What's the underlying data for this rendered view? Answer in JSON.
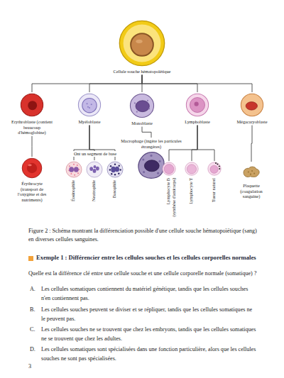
{
  "diagram": {
    "caption": "Figure 2 : Schéma montrant la différenciation possible d'une cellule souche hématopoïétique (sang) en diverses cellules sanguines.",
    "nodes": [
      {
        "text": [
          "Cellule souche hématopoïétique"
        ]
      },
      {
        "text": [
          "Erythroblaste (contient beaucoup d'hémoglobine)"
        ]
      },
      {
        "text": [
          "Myéloblaste"
        ]
      },
      {
        "text": [
          "Monoblaste"
        ]
      },
      {
        "text": [
          "Lymphoblaste"
        ]
      },
      {
        "text": [
          "Mégacaryoblaste"
        ]
      },
      {
        "text": [
          "Érythrocyte (transport de l'oxygène et des nutriments)"
        ]
      },
      {
        "text": [
          "Éosinophile"
        ]
      },
      {
        "text": [
          "Neutrophile"
        ]
      },
      {
        "text": [
          "Basophile"
        ]
      },
      {
        "text": [
          "Macrophage (ingère les particules étrangères)"
        ]
      },
      {
        "text": [
          "Lymphocyte B (synthèse d'anticorps)"
        ]
      },
      {
        "text": [
          "Lymphocyte T"
        ]
      },
      {
        "text": [
          "Tueur naturel"
        ]
      },
      {
        "text": [
          "Plaquette (coagulation sanguine)"
        ]
      }
    ],
    "edges": [
      {
        "from": 0,
        "to": 1,
        "arrow": "none"
      },
      {
        "from": 0,
        "to": 2,
        "arrow": "none"
      },
      {
        "from": 0,
        "to": 3,
        "arrow": "none"
      },
      {
        "from": 0,
        "to": 4,
        "arrow": "none"
      },
      {
        "from": 0,
        "to": 5,
        "arrow": "none"
      },
      {
        "from": 1,
        "to": 6,
        "arrow": "none"
      },
      {
        "from": 2,
        "to": 7,
        "arrow": "none"
      },
      {
        "from": 2,
        "to": 8,
        "arrow": "none"
      },
      {
        "from": 2,
        "to": 9,
        "arrow": "none"
      },
      {
        "from": 3,
        "to": 10,
        "arrow": "none"
      },
      {
        "from": 4,
        "to": 11,
        "arrow": "none"
      },
      {
        "from": 4,
        "to": 12,
        "arrow": "none"
      },
      {
        "from": 4,
        "to": 13,
        "arrow": "none"
      },
      {
        "from": 5,
        "to": 14,
        "arrow": "none"
      }
    ],
    "labels": [
      "Ont un segment de base",
      "Exemple 1 : Différencier entre les cellules souches et les cellules corporelles normales",
      "Quelle est la différence clé entre une cellule souche et une cellule corporelle normale (somatique) ?",
      "A.",
      "Les cellules somatiques contiennent du matériel génétique, tandis que les cellules souches n'en contiennent pas.",
      "B.",
      "Les cellules souches peuvent se diviser et se répliquer, tandis que les cellules somatiques ne le peuvent pas.",
      "C.",
      "Les cellules souches ne se trouvent que chez les embryons, tandis que les cellules somatiques ne se trouvent que chez les adultes.",
      "D.",
      "Les cellules somatiques sont spécialisées dans une fonction particulière, alors que les cellules souches ne sont pas spécialisées.",
      "3"
    ]
  }
}
